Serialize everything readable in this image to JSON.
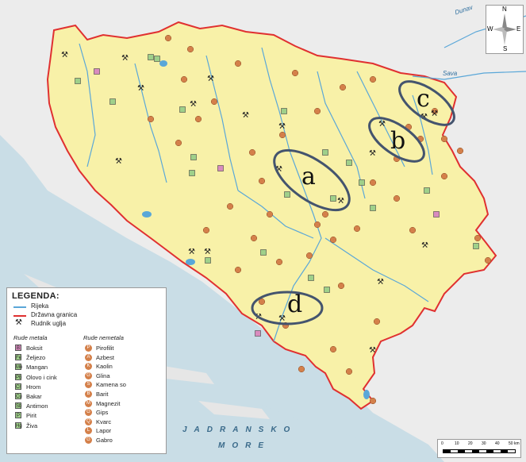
{
  "colors": {
    "sea": "#c9dde6",
    "land_bih": "#f8f1a8",
    "neighbor": "#eaeaea",
    "border": "#e03030",
    "river": "#5aa7d8",
    "ellipse": "#44546e"
  },
  "rivers": {
    "dunav": "Dunav",
    "sava": "Sava"
  },
  "sea_labels": {
    "line1": "JADRANSKO",
    "line2": "MORE"
  },
  "compass": {
    "n": "N",
    "s": "S",
    "e": "E",
    "w": "W"
  },
  "scale_labels": [
    "0",
    "10",
    "20",
    "30",
    "40",
    "50 km"
  ],
  "legend": {
    "title": "LEGENDA:",
    "lines": [
      {
        "label": "Rijeka",
        "color": "#5aa7d8"
      },
      {
        "label": "Državna granica",
        "color": "#e03030"
      },
      {
        "label": "Rudnik uglja",
        "icon": "crossed-hammers-icon"
      }
    ],
    "metals_title": "Rude metala",
    "metals": [
      {
        "label": "Boksit",
        "sym": "B",
        "color": "#d98bbf"
      },
      {
        "label": "Željezo",
        "sym": "Fe",
        "color": "#9fd08a"
      },
      {
        "label": "Mangan",
        "sym": "Mn",
        "color": "#9fd08a"
      },
      {
        "label": "Olovo i cink",
        "sym": "Pb",
        "color": "#9fd08a"
      },
      {
        "label": "Hrom",
        "sym": "Cr",
        "color": "#9fd08a"
      },
      {
        "label": "Bakar",
        "sym": "Cu",
        "color": "#9fd08a"
      },
      {
        "label": "Antimon",
        "sym": "Sb",
        "color": "#9fd08a"
      },
      {
        "label": "Pirit",
        "sym": "P",
        "color": "#9fd08a"
      },
      {
        "label": "Živa",
        "sym": "Hg",
        "color": "#9fd08a"
      }
    ],
    "nonmetals_title": "Rude nemetala",
    "nonmetals": [
      {
        "label": "Pirofilit",
        "sym": "P"
      },
      {
        "label": "Azbest",
        "sym": "A"
      },
      {
        "label": "Kaolin",
        "sym": "K"
      },
      {
        "label": "Glina",
        "sym": "G"
      },
      {
        "label": "Kamena so",
        "sym": "S"
      },
      {
        "label": "Barit",
        "sym": "B"
      },
      {
        "label": "Magnezit",
        "sym": "M"
      },
      {
        "label": "Gips",
        "sym": "G"
      },
      {
        "label": "Kvarc",
        "sym": "Q"
      },
      {
        "label": "Lapor",
        "sym": "L"
      },
      {
        "label": "Gabro",
        "sym": "G"
      }
    ]
  },
  "region_labels": [
    "a",
    "b",
    "c",
    "d"
  ]
}
